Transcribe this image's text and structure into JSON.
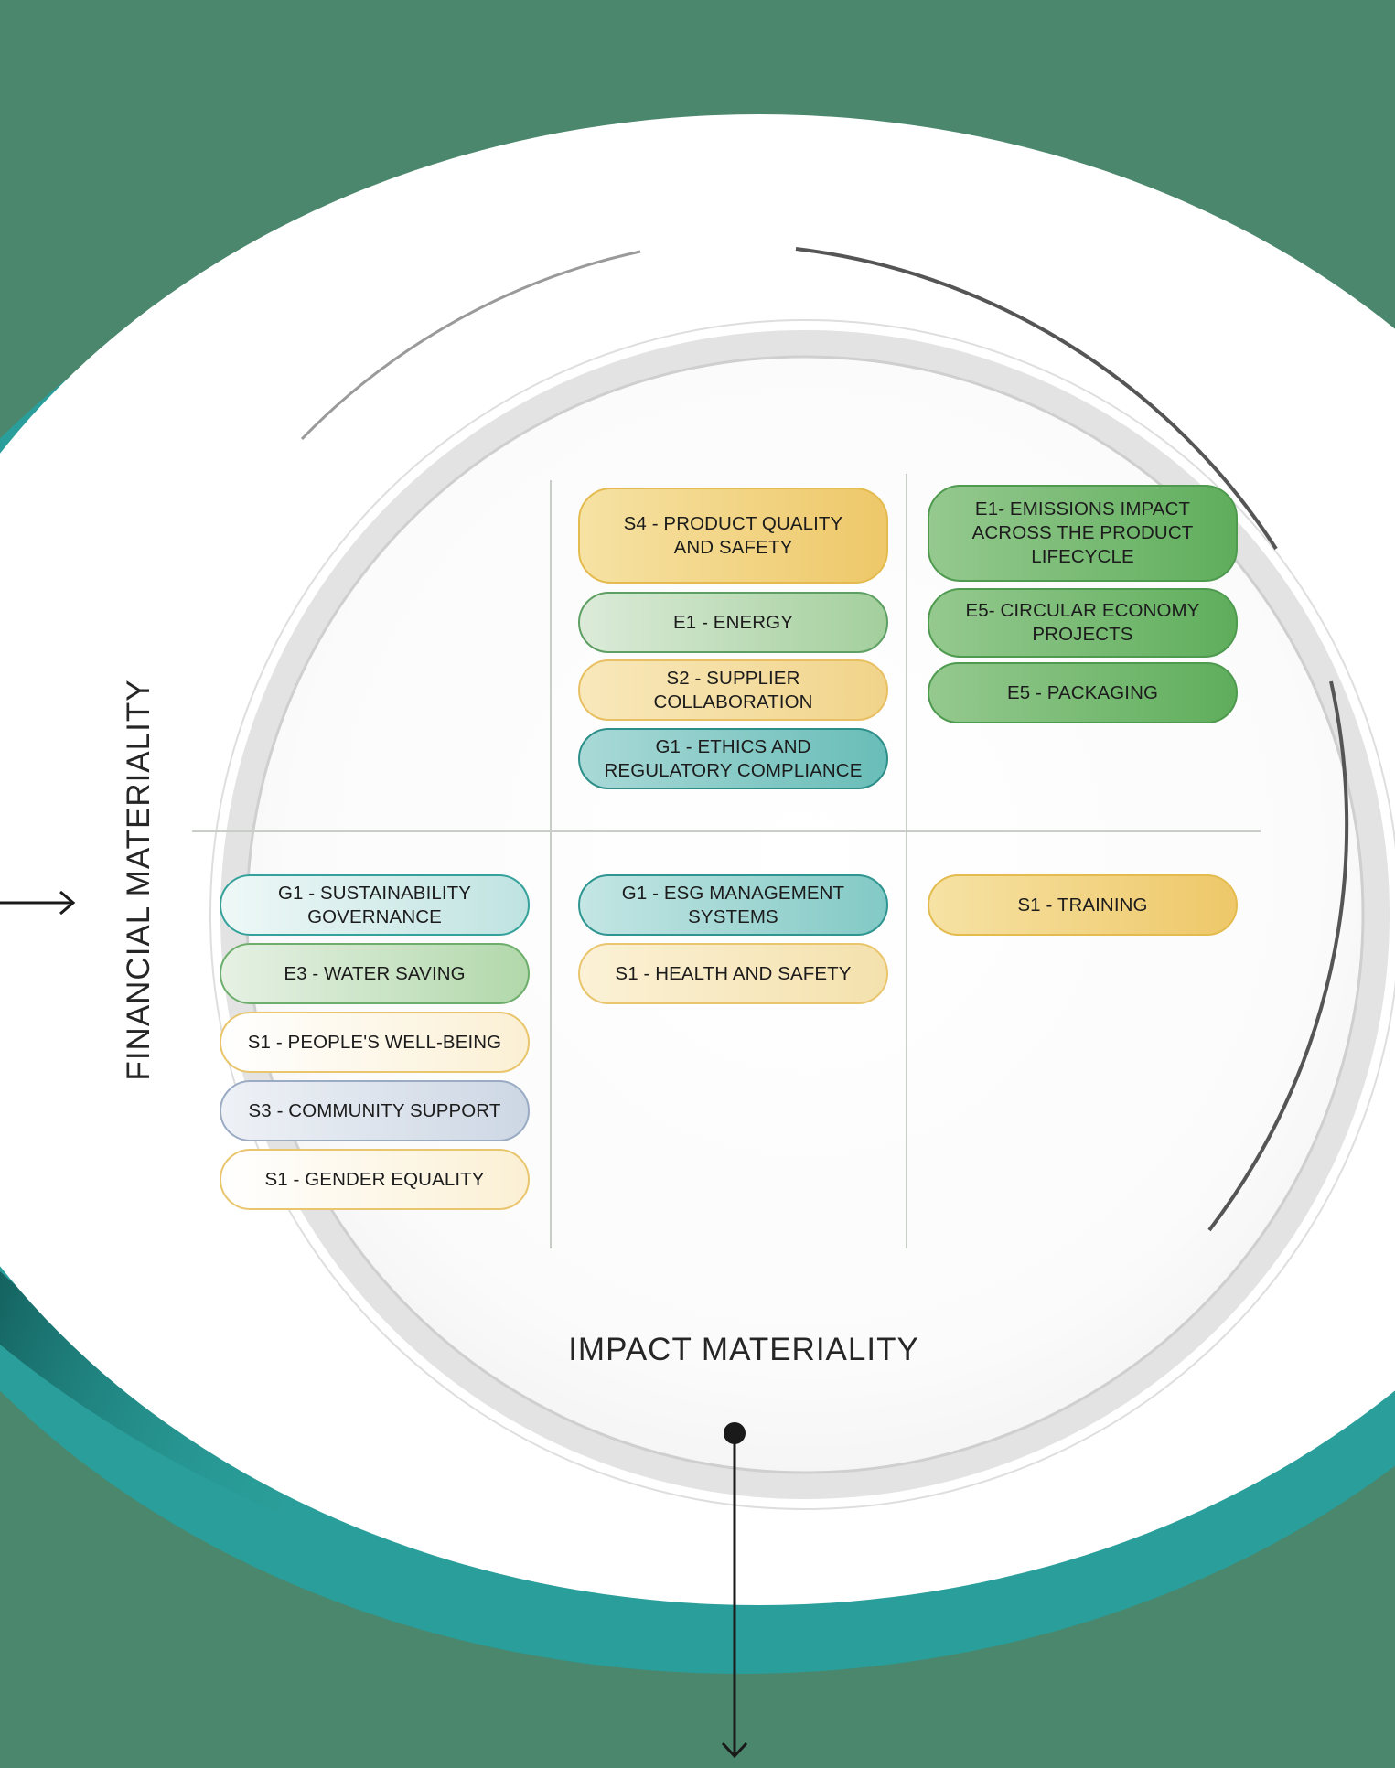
{
  "colors": {
    "background": "#4a876c",
    "ring": "#2a9e9a",
    "disc": "#ffffff",
    "grid_line": "#c9cdc7",
    "arrow": "#1a1a1a"
  },
  "axes": {
    "y_label": "FINANCIAL MATERIALITY",
    "x_label": "IMPACT MATERIALITY"
  },
  "topics": {
    "product_quality": [
      "S4 - PRODUCT QUALITY",
      "AND SAFETY"
    ],
    "energy": [
      "E1  -  ENERGY"
    ],
    "supplier_collaboration": [
      "S2 - SUPPLIER",
      "COLLABORATION"
    ],
    "ethics": [
      "G1 - ETHICS AND",
      "REGULATORY COMPLIANCE"
    ],
    "emissions": [
      "E1- EMISSIONS IMPACT",
      "ACROSS THE PRODUCT",
      "LIFECYCLE"
    ],
    "circular_economy": [
      "E5- CIRCULAR ECONOMY",
      "PROJECTS"
    ],
    "packaging": [
      "E5 - PACKAGING"
    ],
    "sustainability_governance": [
      "G1 - SUSTAINABILITY",
      "GOVERNANCE"
    ],
    "water_saving": [
      "E3 - WATER SAVING"
    ],
    "well_being": [
      "S1 - PEOPLE'S WELL-BEING"
    ],
    "community_support": [
      "S3 - COMMUNITY SUPPORT"
    ],
    "gender_equality": [
      "S1 - GENDER EQUALITY"
    ],
    "esg_management": [
      "G1 - ESG MANAGEMENT",
      "SYSTEMS"
    ],
    "health_safety": [
      "S1 - HEALTH AND SAFETY"
    ],
    "training": [
      "S1 - TRAINING"
    ]
  }
}
